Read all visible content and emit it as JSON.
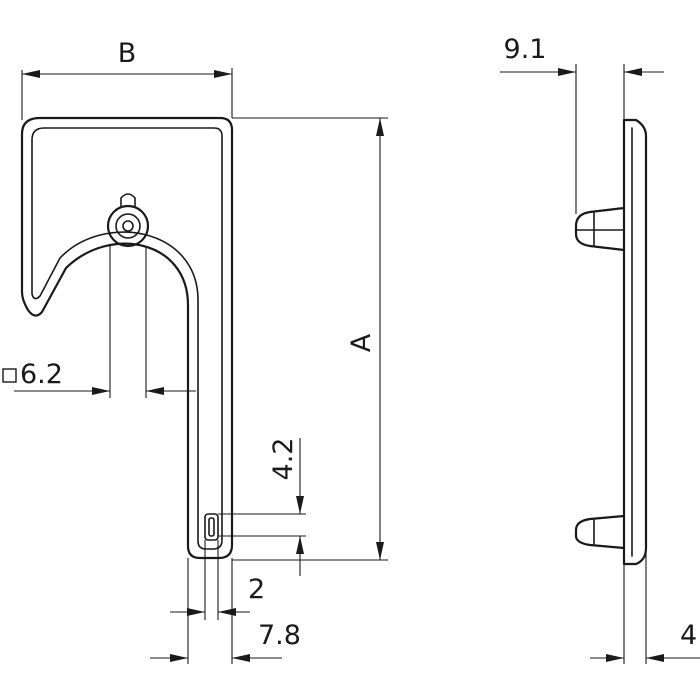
{
  "labels": {
    "dim_b": "B",
    "dim_a": "A",
    "dim_square": "6.2",
    "dim_4_2": "4.2",
    "dim_2": "2",
    "dim_7_8": "7.8",
    "dim_9_1": "9.1",
    "dim_4": "4"
  },
  "icons": {
    "square_symbol": "square-section-icon"
  }
}
